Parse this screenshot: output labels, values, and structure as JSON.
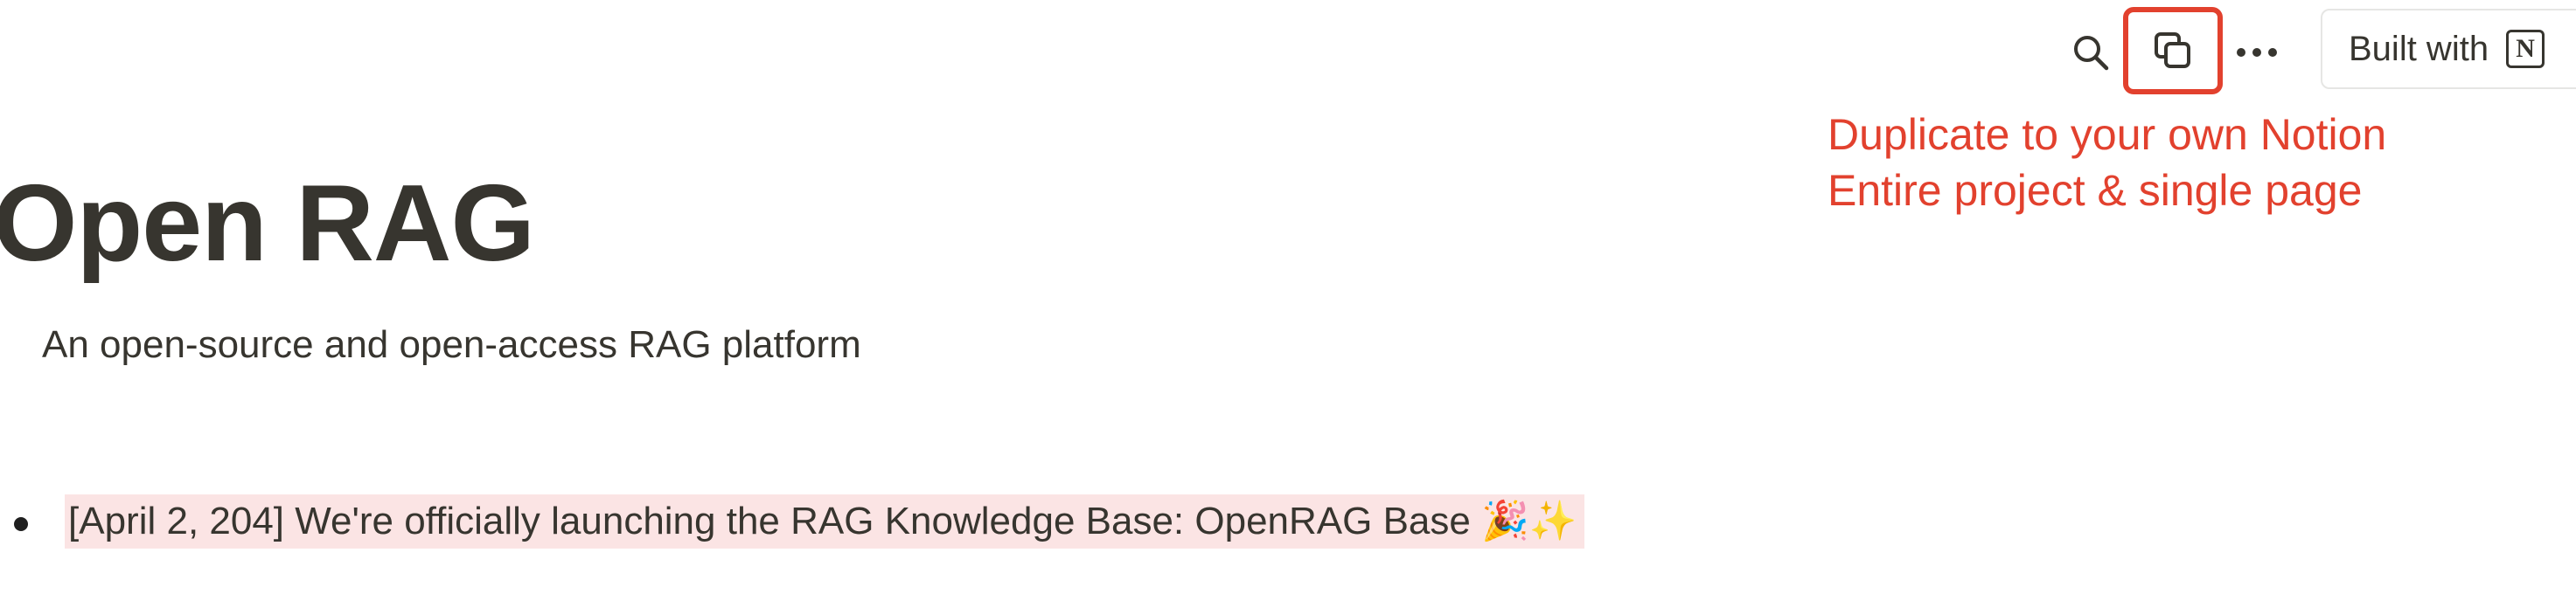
{
  "toolbar": {
    "search_icon": "search-icon",
    "duplicate_icon": "duplicate-icon",
    "more_icon": "more-icon",
    "built_with_label": "Built with",
    "notion_logo_letter": "N"
  },
  "annotation": {
    "line1": "Duplicate to your own Notion",
    "line2": "Entire project & single page",
    "color": "#e2412e"
  },
  "page": {
    "title": "Open RAG",
    "subtitle": "An open-source and open-access RAG platform"
  },
  "bullets": [
    {
      "text": "[April 2, 204] We're officially launching the RAG Knowledge Base: OpenRAG Base 🎉✨",
      "highlight_color": "#fbe4e4"
    }
  ]
}
